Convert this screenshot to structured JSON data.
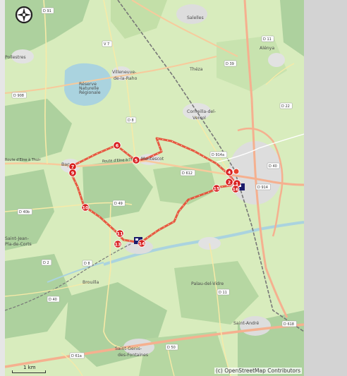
{
  "map": {
    "attribution": "(c) OpenStreetMap Contributors",
    "scale_label": "1 km",
    "compass_icon": "compass-icon",
    "colors": {
      "background": "#d8ecbd",
      "forest": "#add19e",
      "urban": "#dddddd",
      "water": "#aad3df",
      "river": "#aad3df",
      "route": "#e8422c",
      "marker": "#d71f1f",
      "major_road": "#f5b08f",
      "minor_road": "#f7eaa8",
      "railway": "#777777"
    },
    "places": [
      {
        "name": "Salelles"
      },
      {
        "name": "Pollestres"
      },
      {
        "name": "Villeneuve-"
      },
      {
        "name": "de-la-Raho"
      },
      {
        "name": "Théza"
      },
      {
        "name": "Alénya"
      },
      {
        "name": "Corneilla-del-"
      },
      {
        "name": "Vercol"
      },
      {
        "name": "Montescot"
      },
      {
        "name": "Bages"
      },
      {
        "name": "Saint-Jean-"
      },
      {
        "name": "Pla-de-Corts"
      },
      {
        "name": "Brouilla"
      },
      {
        "name": "Palau-del-Vidre"
      },
      {
        "name": "Saint-André"
      },
      {
        "name": "Saint-Genis-"
      },
      {
        "name": "des-Fontaines"
      },
      {
        "name": "Réserve"
      },
      {
        "name": "Naturelle"
      },
      {
        "name": "Régionale"
      }
    ],
    "road_labels": [
      {
        "text": "Route d'Elne à Thuir"
      },
      {
        "text": "Route d'Elne à Thuir"
      }
    ],
    "road_badges": [
      {
        "text": "D 91"
      },
      {
        "text": "V 7"
      },
      {
        "text": "D 11"
      },
      {
        "text": "D 39"
      },
      {
        "text": "D 908"
      },
      {
        "text": "D 22"
      },
      {
        "text": "D 8"
      },
      {
        "text": "D 914a"
      },
      {
        "text": "D 612"
      },
      {
        "text": "D 40"
      },
      {
        "text": "D 914"
      },
      {
        "text": "D 40b"
      },
      {
        "text": "D 49"
      },
      {
        "text": "D 2"
      },
      {
        "text": "D 8"
      },
      {
        "text": "D 40"
      },
      {
        "text": "D 11"
      },
      {
        "text": "D 50"
      },
      {
        "text": "D 618"
      },
      {
        "text": "D 61a"
      }
    ],
    "markers": [
      {
        "label": "1"
      },
      {
        "label": "2"
      },
      {
        "label": "4"
      },
      {
        "label": "5"
      },
      {
        "label": "6"
      },
      {
        "label": "7"
      },
      {
        "label": "9"
      },
      {
        "label": "10"
      },
      {
        "label": "11"
      },
      {
        "label": "13"
      },
      {
        "label": "14"
      },
      {
        "label": "15"
      },
      {
        "label": "16"
      }
    ]
  }
}
